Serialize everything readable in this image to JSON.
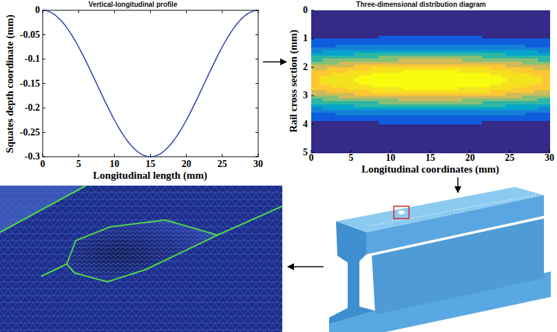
{
  "diagram": {
    "nodes": [
      {
        "text": [
          "Vertical-longitudinal profile"
        ]
      },
      {
        "text": [
          "Three-dimensional distribution diagram"
        ]
      }
    ],
    "edges": [
      {
        "from": 0,
        "to": 1,
        "arrow": "to"
      }
    ],
    "labels": [
      "Squates depth coordinate (mm)",
      "Longitudinal length (mm)",
      "0",
      "-0.05",
      "-0.1",
      "-0.15",
      "-0.2",
      "-0.25",
      "-0.3",
      "0",
      "5",
      "10",
      "15",
      "20",
      "25",
      "30",
      "Rail cross section (mm)",
      "Longitudinal coordinates (mm)",
      "0",
      "1",
      "2",
      "3",
      "4",
      "5",
      "0",
      "5",
      "10",
      "15",
      "20",
      "25",
      "30"
    ]
  }
}
